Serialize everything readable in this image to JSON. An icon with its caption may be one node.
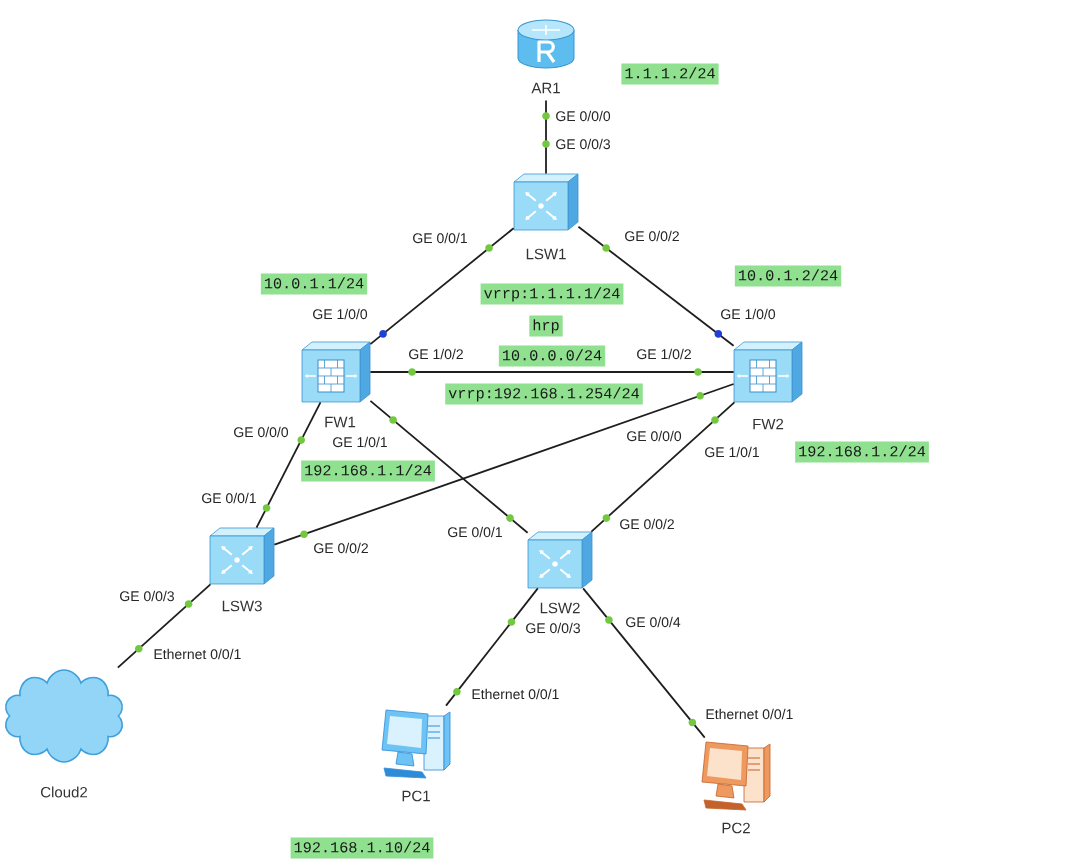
{
  "diagram": {
    "nodes": [
      {
        "text": [
          "AR1"
        ]
      },
      {
        "text": [
          "1.1.1.2/24"
        ]
      },
      {
        "text": [
          "LSW1"
        ]
      },
      {
        "text": [
          "10.0.1.1/24"
        ]
      },
      {
        "text": [
          "10.0.1.2/24"
        ]
      },
      {
        "text": [
          "vrrp:1.1.1.1/24"
        ]
      },
      {
        "text": [
          "hrp"
        ]
      },
      {
        "text": [
          "FW1"
        ]
      },
      {
        "text": [
          "10.0.0.0/24"
        ]
      },
      {
        "text": [
          "FW2"
        ]
      },
      {
        "text": [
          "vrrp:192.168.1.254/24"
        ]
      },
      {
        "text": [
          "192.168.1.2/24"
        ]
      },
      {
        "text": [
          "192.168.1.1/24"
        ]
      },
      {
        "text": [
          "LSW3"
        ]
      },
      {
        "text": [
          "LSW2"
        ]
      },
      {
        "text": [
          "Cloud2"
        ]
      },
      {
        "text": [
          "PC1"
        ]
      },
      {
        "text": [
          "PC2"
        ]
      },
      {
        "text": [
          "192.168.1.10/24"
        ]
      }
    ],
    "edges": [
      {
        "from": 0,
        "to": 2,
        "arrow": "none"
      },
      {
        "from": 2,
        "to": 7,
        "arrow": "none"
      },
      {
        "from": 2,
        "to": 9,
        "arrow": "none"
      },
      {
        "from": 7,
        "to": 9,
        "arrow": "none"
      },
      {
        "from": 7,
        "to": 13,
        "arrow": "none"
      },
      {
        "from": 7,
        "to": 14,
        "arrow": "none"
      },
      {
        "from": 9,
        "to": 13,
        "arrow": "none"
      },
      {
        "from": 9,
        "to": 14,
        "arrow": "none"
      },
      {
        "from": 13,
        "to": 15,
        "arrow": "none"
      },
      {
        "from": 14,
        "to": 16,
        "arrow": "none"
      },
      {
        "from": 14,
        "to": 17,
        "arrow": "none"
      }
    ],
    "labels": [
      "GE 0/0/0",
      "GE 0/0/3",
      "GE 0/0/1",
      "GE 0/0/2",
      "GE 1/0/0",
      "GE 1/0/0",
      "GE 1/0/2",
      "GE 1/0/2",
      "GE 0/0/0",
      "GE 1/0/1",
      "GE 0/0/0",
      "GE 1/0/1",
      "GE 0/0/1",
      "GE 0/0/2",
      "GE 0/0/1",
      "GE 0/0/2",
      "GE 0/0/3",
      "GE 0/0/3",
      "GE 0/0/4",
      "Ethernet 0/0/1",
      "Ethernet 0/0/1",
      "Ethernet 0/0/1"
    ]
  }
}
